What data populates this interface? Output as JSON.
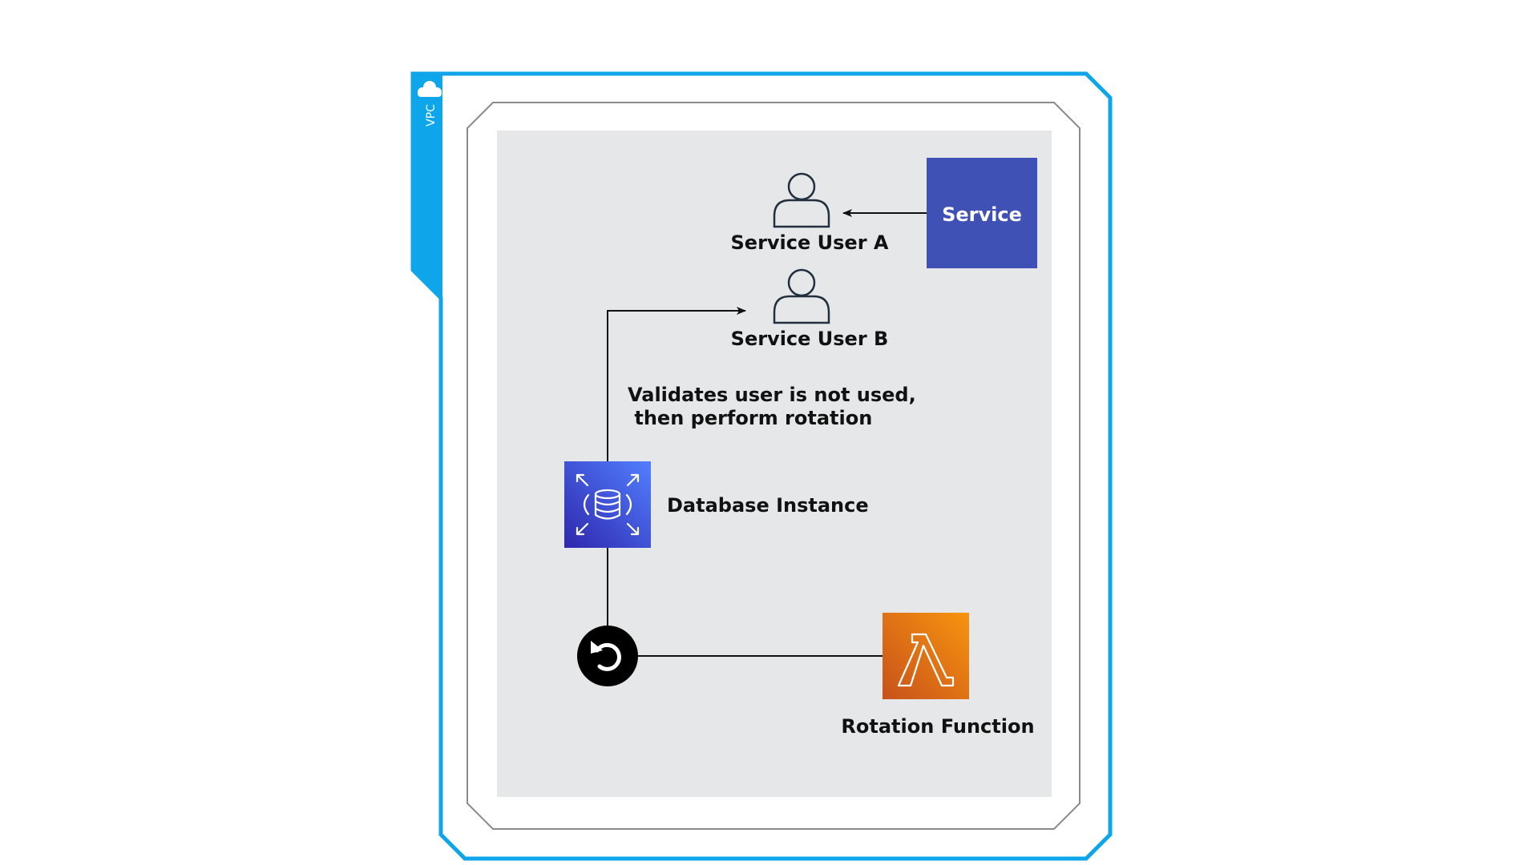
{
  "vpc": {
    "tag": "VPC"
  },
  "nodes": {
    "service": {
      "label": "Service"
    },
    "service_user_a": {
      "label": "Service User A"
    },
    "service_user_b": {
      "label": "Service User B"
    },
    "database_instance": {
      "label": "Database Instance"
    },
    "rotation_function": {
      "label": "Rotation Function"
    }
  },
  "edges": {
    "validation_note": {
      "line1": "Validates user is not used,",
      "line2": " then perform rotation"
    }
  },
  "colors": {
    "vpc_border": "#0ea5ea",
    "inner_border": "#8a8a8a",
    "canvas": "#e6e7e9",
    "service_box": "#3f51b5",
    "database_box": "#3b55d6",
    "lambda_box": "#ef7b12",
    "edge": "#111111"
  }
}
